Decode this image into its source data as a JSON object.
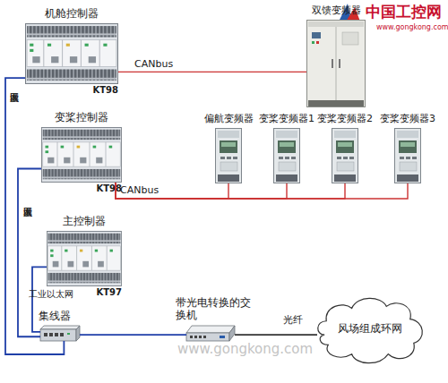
{
  "diagram": {
    "nodes": [
      {
        "text": [
          "机舱控制器",
          "KT98"
        ]
      },
      {
        "text": [
          "双馈变频器"
        ]
      },
      {
        "text": [
          "变桨控制器",
          "KT98"
        ]
      },
      {
        "text": [
          "偏航变频器"
        ]
      },
      {
        "text": [
          "变桨变频器1"
        ]
      },
      {
        "text": [
          "变桨变频器2"
        ]
      },
      {
        "text": [
          "变桨变频器3"
        ]
      },
      {
        "text": [
          "主控制器",
          "KT97"
        ]
      },
      {
        "text": [
          "集线器"
        ]
      },
      {
        "text": [
          "带光电转换的交换机"
        ]
      },
      {
        "text": [
          "风场组成环网"
        ]
      }
    ],
    "edges": [
      {
        "from": 0,
        "to": 1,
        "arrow": "none",
        "label": "CANbus"
      },
      {
        "from": 2,
        "to": 3,
        "arrow": "none",
        "label": "CANbus"
      },
      {
        "from": 2,
        "to": 4,
        "arrow": "none"
      },
      {
        "from": 2,
        "to": 5,
        "arrow": "none"
      },
      {
        "from": 2,
        "to": 6,
        "arrow": "none"
      },
      {
        "from": 0,
        "to": 8,
        "arrow": "none",
        "label": "工业以太网"
      },
      {
        "from": 2,
        "to": 8,
        "arrow": "none",
        "label": "工业以太网"
      },
      {
        "from": 7,
        "to": 8,
        "arrow": "none",
        "label": "工业以太网"
      },
      {
        "from": 8,
        "to": 9,
        "arrow": "none"
      },
      {
        "from": 9,
        "to": 10,
        "arrow": "none",
        "label": "光纤"
      }
    ],
    "labels": [
      "中国工控网",
      "www.gongkong.com",
      "www.gongkong.com"
    ]
  }
}
